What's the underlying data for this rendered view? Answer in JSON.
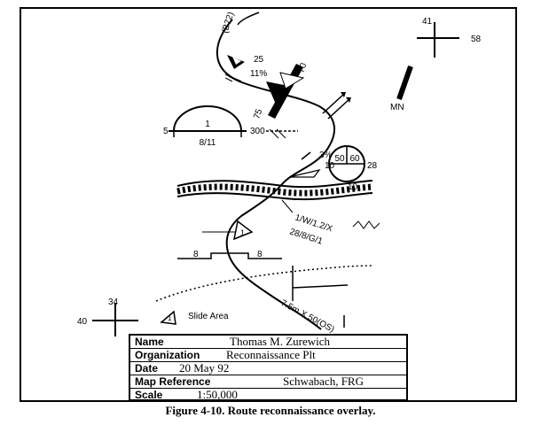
{
  "figure": {
    "caption": "Figure 4-10. Route reconnaissance overlay."
  },
  "map": {
    "route_label": "(B72)",
    "grid_ticks": {
      "top_right_vertical": "41",
      "top_right_horizontal": "58",
      "bottom_left_vertical": "34",
      "bottom_left_horizontal": "40"
    },
    "north_label": "MN",
    "hill_value": "25",
    "grade_label": "11%",
    "bridge_labels": {
      "a": "70",
      "b": "75"
    },
    "ford": {
      "width": "1",
      "left": "5",
      "right": "300",
      "class": "8/11"
    },
    "tunnel": {
      "a": "50",
      "b": "60",
      "right": "28",
      "left": "10",
      "bottom": "10",
      "grade": "3%"
    },
    "river_label_1": "1/W/1.2/X",
    "river_label_2": "28/8/G/1",
    "slide_marker": "1",
    "constriction": {
      "left": "8",
      "right": "8"
    },
    "road_label": "7.5m X 50(OS)",
    "slide_legend_marker": "1",
    "slide_legend_text": "Slide Area"
  },
  "legend": {
    "rows": [
      {
        "label": "Name",
        "value": "Thomas M. Zurewich"
      },
      {
        "label": "Organization",
        "value": "Reconnaissance Plt"
      },
      {
        "label": "Date",
        "value": "20 May 92"
      },
      {
        "label": "Map Reference",
        "value": "Schwabach, FRG"
      },
      {
        "label": "Scale",
        "value": "1:50,000"
      }
    ]
  }
}
